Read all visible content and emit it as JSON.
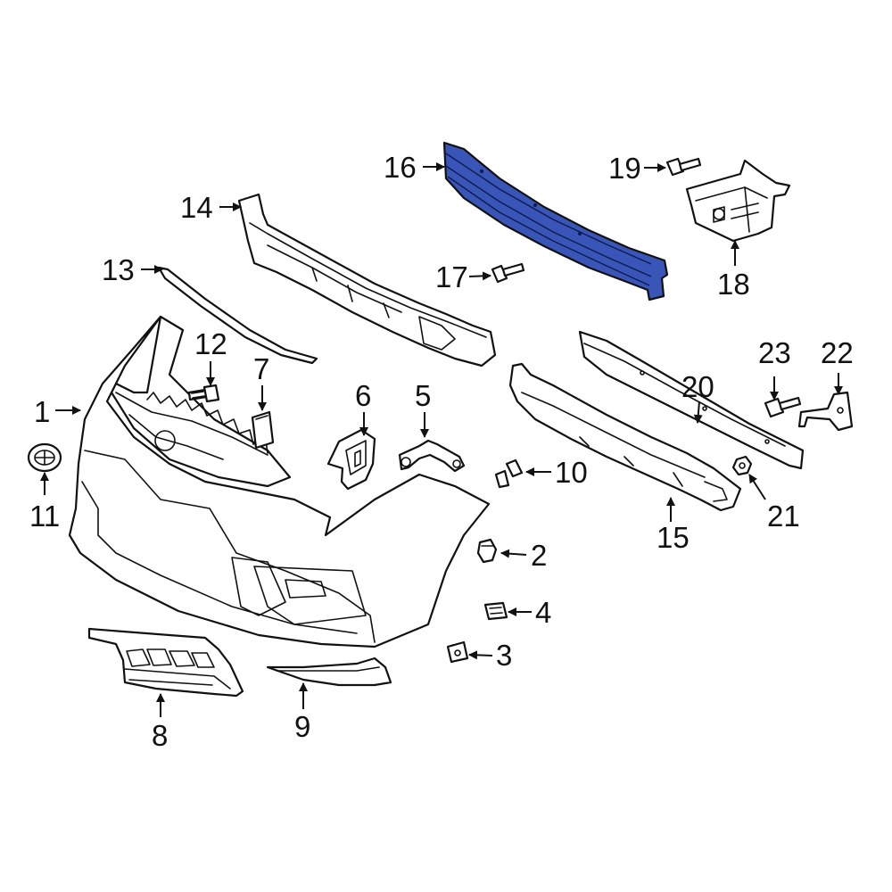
{
  "diagram": {
    "highlight_color": "#3a55b8",
    "callouts": [
      {
        "id": "1",
        "label": "1"
      },
      {
        "id": "2",
        "label": "2"
      },
      {
        "id": "3",
        "label": "3"
      },
      {
        "id": "4",
        "label": "4"
      },
      {
        "id": "5",
        "label": "5"
      },
      {
        "id": "6",
        "label": "6"
      },
      {
        "id": "7",
        "label": "7"
      },
      {
        "id": "8",
        "label": "8"
      },
      {
        "id": "9",
        "label": "9"
      },
      {
        "id": "10",
        "label": "10"
      },
      {
        "id": "11",
        "label": "11"
      },
      {
        "id": "12",
        "label": "12"
      },
      {
        "id": "13",
        "label": "13"
      },
      {
        "id": "14",
        "label": "14"
      },
      {
        "id": "15",
        "label": "15"
      },
      {
        "id": "16",
        "label": "16"
      },
      {
        "id": "17",
        "label": "17"
      },
      {
        "id": "18",
        "label": "18"
      },
      {
        "id": "19",
        "label": "19"
      },
      {
        "id": "20",
        "label": "20"
      },
      {
        "id": "21",
        "label": "21"
      },
      {
        "id": "22",
        "label": "22"
      },
      {
        "id": "23",
        "label": "23"
      }
    ]
  }
}
